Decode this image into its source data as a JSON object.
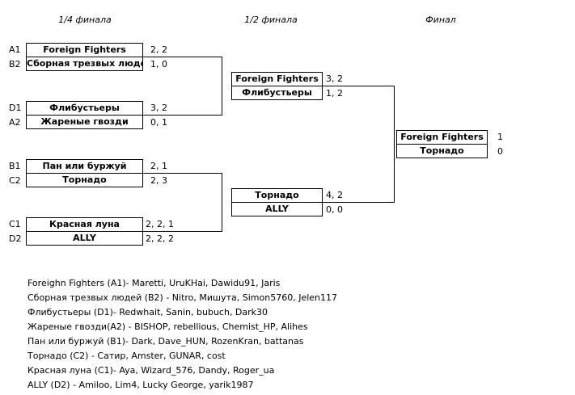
{
  "rounds": {
    "quarter": "1/4 финала",
    "semi": "1/2 финала",
    "final": "Финал"
  },
  "quarterfinals": [
    {
      "top": {
        "seed": "A1",
        "name": "Foreign Fighters",
        "score": "2, 2"
      },
      "bottom": {
        "seed": "B2",
        "name": "Сборная трезвых людей",
        "score": "1, 0"
      }
    },
    {
      "top": {
        "seed": "D1",
        "name": "Флибустьеры",
        "score": "3, 2"
      },
      "bottom": {
        "seed": "A2",
        "name": "Жареные гвозди",
        "score": "0, 1"
      }
    },
    {
      "top": {
        "seed": "B1",
        "name": "Пан или буржуй",
        "score": "2, 1"
      },
      "bottom": {
        "seed": "C2",
        "name": "Торнадо",
        "score": "2, 3"
      }
    },
    {
      "top": {
        "seed": "C1",
        "name": "Красная луна",
        "score": "2, 2, 1"
      },
      "bottom": {
        "seed": "D2",
        "name": "ALLY",
        "score": "2, 2, 2"
      }
    }
  ],
  "semifinals": [
    {
      "top": {
        "name": "Foreign Fighters",
        "score": "3, 2"
      },
      "bottom": {
        "name": "Флибустьеры",
        "score": "1, 2"
      }
    },
    {
      "top": {
        "name": "Торнадо",
        "score": "4, 2"
      },
      "bottom": {
        "name": "ALLY",
        "score": "0, 0"
      }
    }
  ],
  "final": {
    "top": {
      "name": "Foreign Fighters",
      "score": "1"
    },
    "bottom": {
      "name": "Торнадо",
      "score": "0"
    }
  },
  "rosters": [
    "Foreighn Fighters (A1)- Maretti, UruKHai, Dawidu91, Jaris",
    "Сборная трезвых людей (B2) - Nitro, Мишутa, Simon5760, Jelen117",
    "Флибустьеры (D1)- Redwhait, Sanin, bubuch, Dark30",
    "Жареные гвозди(A2) - BISHOP, rebellious, Chemist_HP, Alihes",
    "Пан или буржуй (B1)- Dark, Dave_HUN, RozenKran, battanas",
    "Торнадо (C2) - Сатир, Amster, GUNAR, cost",
    "Красная луна (C1)- Aya, Wizard_576, Dandy, Roger_ua",
    "ALLY (D2) - Amiloo, Lim4, Lucky George, yarik1987"
  ]
}
